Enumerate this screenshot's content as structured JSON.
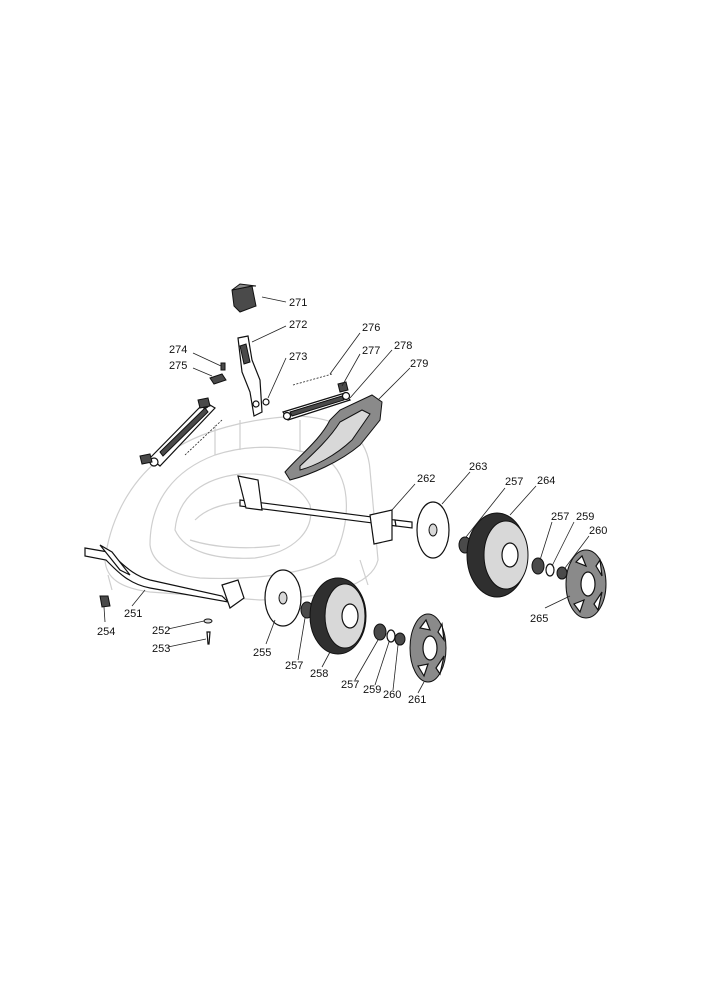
{
  "diagram": {
    "callouts": {
      "p251": "251",
      "p252": "252",
      "p253": "253",
      "p254": "254",
      "p255": "255",
      "p257a": "257",
      "p258": "258",
      "p257b": "257",
      "p259a": "259",
      "p260a": "260",
      "p261": "261",
      "p262": "262",
      "p263": "263",
      "p257c": "257",
      "p264": "264",
      "p257d": "257",
      "p259b": "259",
      "p260b": "260",
      "p265": "265",
      "p271": "271",
      "p272": "272",
      "p273": "273",
      "p274": "274",
      "p275": "275",
      "p276": "276",
      "p277": "277",
      "p278": "278",
      "p279": "279"
    }
  }
}
